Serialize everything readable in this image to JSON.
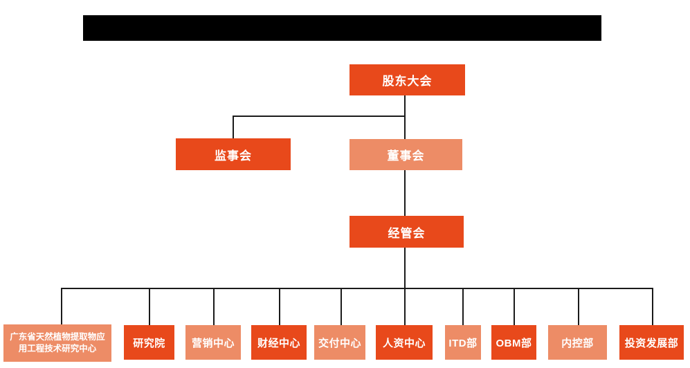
{
  "colors": {
    "primary": "#E8491B",
    "secondary": "#ED8C66",
    "connector": "#1A1A1A",
    "redaction": "#000000",
    "text": "#FFFFFF"
  },
  "org_chart": {
    "nodes": {
      "shareholders": {
        "label": "股东大会",
        "variant": "primary"
      },
      "supervisory": {
        "label": "监事会",
        "variant": "primary"
      },
      "board": {
        "label": "董事会",
        "variant": "secondary"
      },
      "management": {
        "label": "经管会",
        "variant": "primary"
      }
    },
    "departments": [
      {
        "label": "广东省天然植物提取物应用工程技术研究中心",
        "variant": "secondary"
      },
      {
        "label": "研究院",
        "variant": "primary"
      },
      {
        "label": "营销中心",
        "variant": "secondary"
      },
      {
        "label": "财经中心",
        "variant": "primary"
      },
      {
        "label": "交付中心",
        "variant": "secondary"
      },
      {
        "label": "人资中心",
        "variant": "primary"
      },
      {
        "label": "ITD部",
        "variant": "secondary"
      },
      {
        "label": "OBM部",
        "variant": "primary"
      },
      {
        "label": "内控部",
        "variant": "secondary"
      },
      {
        "label": "投资发展部",
        "variant": "primary"
      }
    ]
  }
}
